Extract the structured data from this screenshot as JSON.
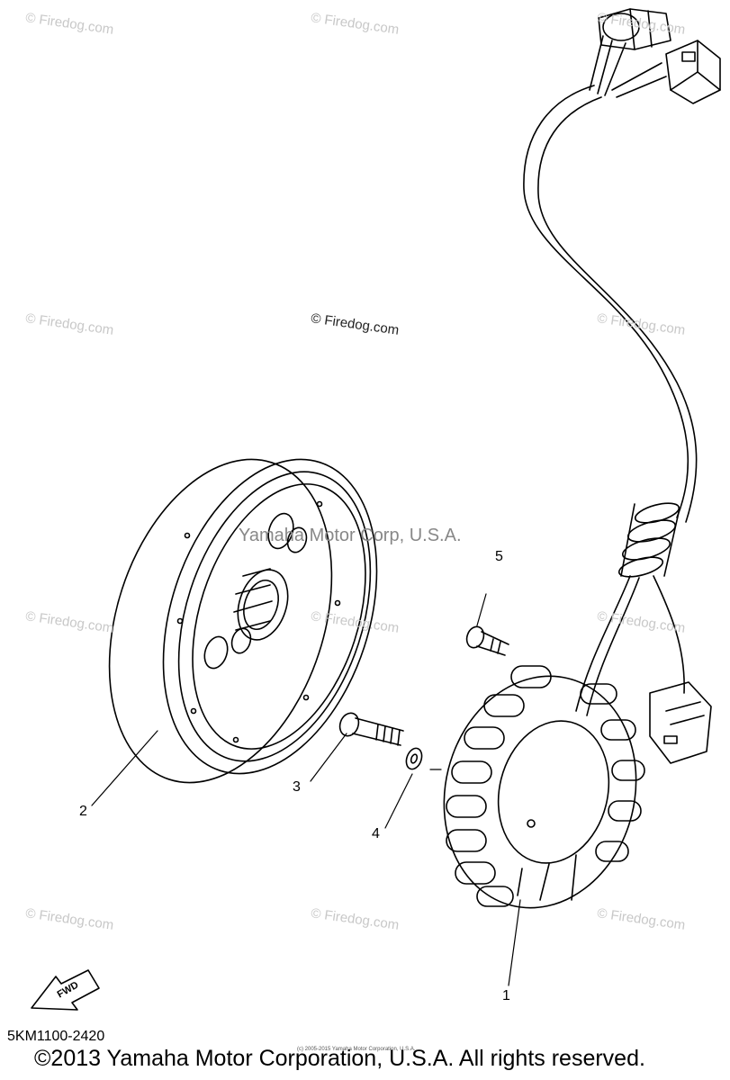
{
  "watermark": "© Firedog.com",
  "watermark_center": "Yamaha Motor Corp, U.S.A.",
  "callouts": [
    "1",
    "2",
    "3",
    "4",
    "5"
  ],
  "fwd_label": "FWD",
  "part_code": "5KM1100-2420",
  "copyright": "©2013 Yamaha Motor Corporation, U.S.A. All rights reserved.",
  "copyright_small": "(c) 2005-2015 Yamaha Motor Corporation, U.S.A."
}
